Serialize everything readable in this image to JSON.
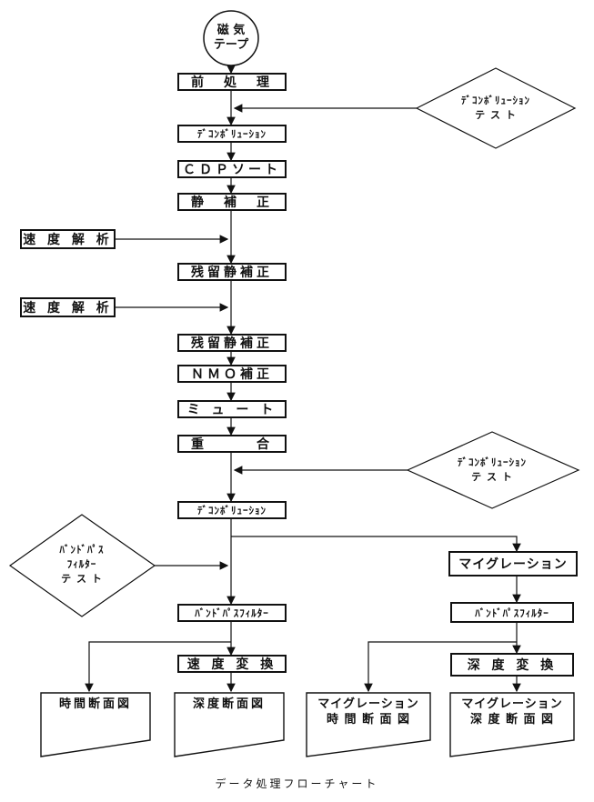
{
  "tape": {
    "line1": "磁 気",
    "line2": "テープ"
  },
  "steps": {
    "preprocess": "前　処　理",
    "decon1": "ﾃﾞｺﾝﾎﾞﾘｭｰｼｮﾝ",
    "cdp_sort": "ＣＤＰソート",
    "static": "静　補　正",
    "residual1": "残留静補正",
    "residual2": "残留静補正",
    "nmo": "ＮＭＯ補正",
    "mute": "ミ ュ ー ト",
    "stack": "重　　　合",
    "decon2": "ﾃﾞｺﾝﾎﾞﾘｭｰｼｮﾝ",
    "migration": "マイグレーション",
    "bandpass_left": "ﾊﾞﾝﾄﾞﾊﾟｽﾌｨﾙﾀｰ",
    "bandpass_right": "ﾊﾞﾝﾄﾞﾊﾟｽﾌｨﾙﾀｰ",
    "velocity_conv": "速 度 変 換",
    "depth_conv": "深 度 変 換"
  },
  "side_inputs": {
    "velocity_analysis_1": "速 度 解 析",
    "velocity_analysis_2": "速 度 解 析"
  },
  "tests": {
    "decon_test_1": {
      "line1": "ﾃﾞｺﾝﾎﾞﾘｭｰｼｮﾝ",
      "line2": "テ ス ト"
    },
    "decon_test_2": {
      "line1": "ﾃﾞｺﾝﾎﾞﾘｭｰｼｮﾝ",
      "line2": "テ ス ト"
    },
    "bandpass_test": {
      "line1": "ﾊﾞﾝﾄﾞﾊﾟｽ",
      "line2": "ﾌｨﾙﾀｰ",
      "line3": "テ ス ト"
    }
  },
  "outputs": {
    "time_section": "時間断面図",
    "depth_section": "深度断面図",
    "mig_time_line1": "マイグレーション",
    "mig_time_line2": "時 間 断 面 図",
    "mig_depth_line1": "マイグレーション",
    "mig_depth_line2": "深 度 断 面 図"
  },
  "caption": "データ処理フローチャート"
}
